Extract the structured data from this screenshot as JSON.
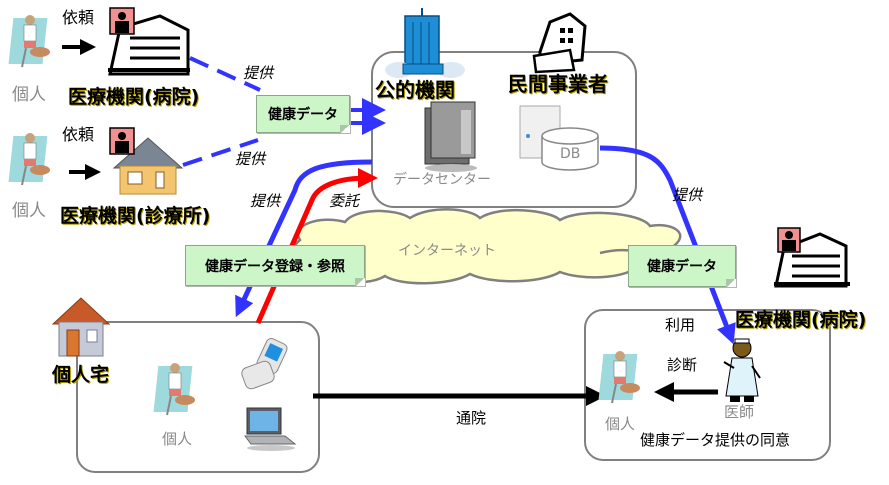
{
  "diagram": {
    "top_hospital": {
      "request_label": "依頼",
      "person_label": "個人",
      "institution_label": "医療機関(病院)"
    },
    "clinic": {
      "request_label": "依頼",
      "person_label": "個人",
      "institution_label": "医療機関(診療所)"
    },
    "provide_labels": [
      "提供",
      "提供",
      "提供",
      "提供"
    ],
    "entrust_label": "委託",
    "notes": {
      "health_data_top": "健康データ",
      "health_data_register": "健康データ登録・参照",
      "health_data_right": "健康データ"
    },
    "datacenter_box": {
      "public_label": "公的機関",
      "private_label": "民間事業者",
      "datacenter_label": "データセンター",
      "db_label": "DB"
    },
    "internet_label": "インターネット",
    "home_box": {
      "title": "個人宅",
      "person_label": "個人"
    },
    "visit_label": "通院",
    "hospital_box": {
      "title": "医療機関(病院)",
      "use_label": "利用",
      "diagnosis_label": "診断",
      "doctor_label": "医師",
      "person_label": "個人",
      "consent_label": "健康データ提供の同意"
    },
    "colors": {
      "blue_arrow": "#3333ff",
      "red_arrow": "#ff0000",
      "note_fill": "#ccf5c8",
      "cloud_fill": "#ffffcc",
      "box_border": "#808080"
    }
  }
}
